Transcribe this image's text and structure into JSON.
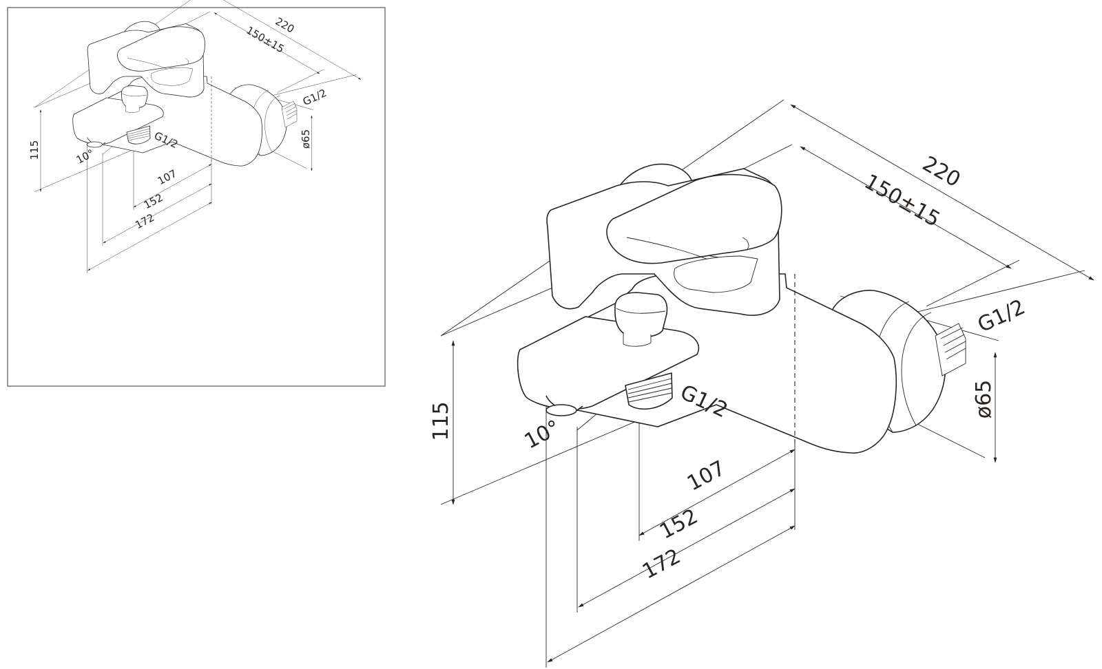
{
  "labels": {
    "width_total": "220",
    "center_distance": "150±15",
    "inlet_thread": "G1/2",
    "spout_thread": "G1/2",
    "diameter_flange": "ø65",
    "height": "115",
    "spout_angle": "10°",
    "dim_107": "107",
    "dim_152": "152",
    "dim_172": "172"
  },
  "colors": {
    "line": "#2a2420",
    "background": "#ffffff",
    "frame": "#555555"
  }
}
